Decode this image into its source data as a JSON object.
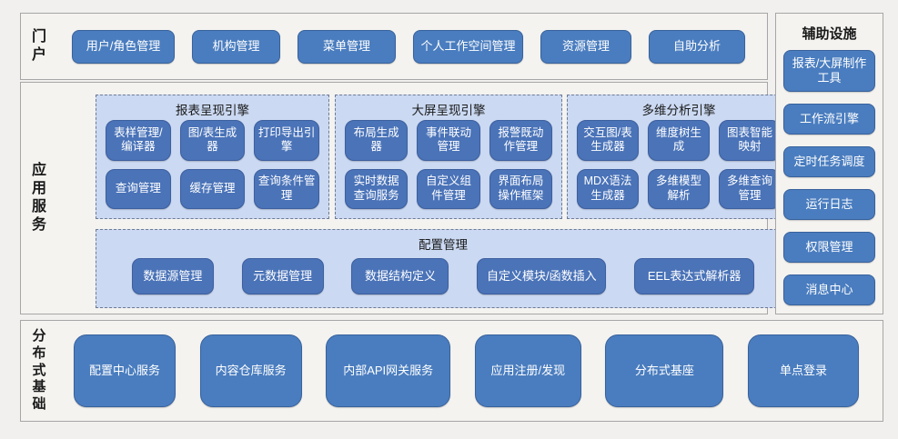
{
  "colors": {
    "page_bg": "#F1F0EE",
    "section_bg": "#F4F3F0",
    "section_border": "#A6A6A6",
    "accent_button": "#4A7DBF",
    "accent_button_border": "#38629C",
    "inner_button": "#4A73B8",
    "inner_button_border": "#3D5F9E",
    "panel_bg": "#CBD9F2",
    "panel_border": "#6E7A96",
    "button_text": "#FFFFFF",
    "label_text": "#1A1A1A"
  },
  "portal": {
    "label": "门户",
    "buttons": [
      "用户/角色管理",
      "机构管理",
      "菜单管理",
      "个人工作空间管理",
      "资源管理",
      "自助分析"
    ]
  },
  "app_services": {
    "label": "应用服务",
    "engines": [
      {
        "title": "报表呈现引擎",
        "buttons": [
          "表样管理/编译器",
          "图/表生成器",
          "打印导出引擎",
          "查询管理",
          "缓存管理",
          "查询条件管理"
        ]
      },
      {
        "title": "大屏呈现引擎",
        "buttons": [
          "布局生成器",
          "事件联动管理",
          "报警既动作管理",
          "实时数据查询服务",
          "自定义组件管理",
          "界面布局操作框架"
        ]
      },
      {
        "title": "多维分析引擎",
        "buttons": [
          "交互图/表生成器",
          "维度树生成",
          "图表智能映射",
          "MDX语法生成器",
          "多维模型解析",
          "多维查询管理"
        ]
      }
    ],
    "config": {
      "title": "配置管理",
      "buttons": [
        "数据源管理",
        "元数据管理",
        "数据结构定义",
        "自定义模块/函数插入",
        "EEL表达式解析器"
      ]
    }
  },
  "aux": {
    "title": "辅助设施",
    "buttons": [
      "报表/大屏制作工具",
      "工作流引擎",
      "定时任务调度",
      "运行日志",
      "权限管理",
      "消息中心"
    ]
  },
  "foundation": {
    "label": "分布式基础",
    "buttons": [
      "配置中心服务",
      "内容仓库服务",
      "内部API网关服务",
      "应用注册/发现",
      "分布式基座",
      "单点登录"
    ]
  }
}
